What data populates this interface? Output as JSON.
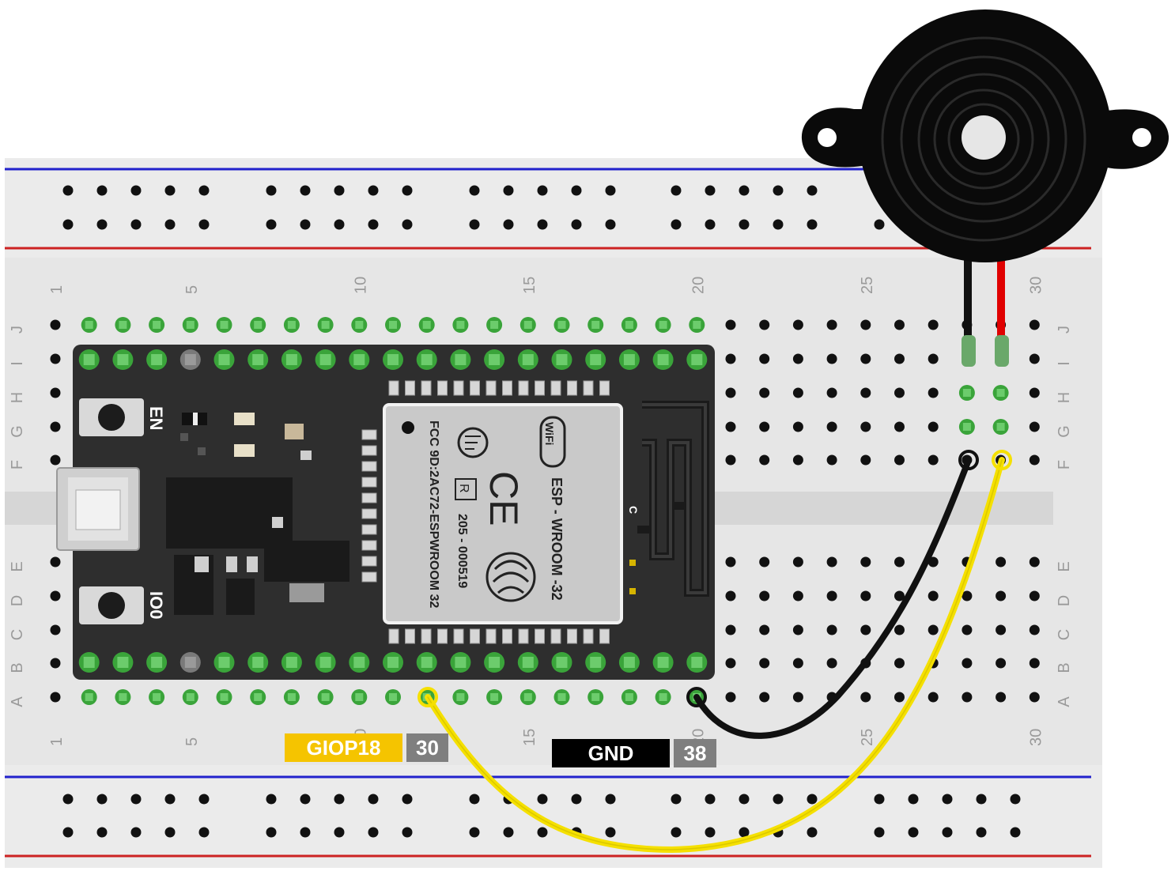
{
  "breadboard": {
    "column_numbers": [
      "1",
      "5",
      "10",
      "15",
      "20",
      "25",
      "30"
    ],
    "row_letters_top": [
      "J",
      "I",
      "H",
      "G",
      "F"
    ],
    "row_letters_bottom": [
      "E",
      "D",
      "C",
      "B",
      "A"
    ]
  },
  "esp32": {
    "en_button": "EN",
    "io0_button": "IO0",
    "module_name": "ESP - WROOM -32",
    "fcc_id": "FCC 9D:2AC72-ESPWROOM 32",
    "cert_number": "205 - 000519",
    "r_mark": "R",
    "ce_mark": "CE",
    "wifi_logo": "WiFi",
    "antenna_mark": "C"
  },
  "pin_labels": {
    "gpio": {
      "name": "GIOP18",
      "number": "30",
      "color": "#f5c400"
    },
    "gnd": {
      "name": "GND",
      "number": "38",
      "color": "#000000"
    }
  },
  "colors": {
    "board": "#2e2e2e",
    "module": "#c9c9c9",
    "green_pin": "#3aa43a",
    "yellow_wire": "#f5e000",
    "black_wire": "#111111",
    "red_wire": "#e00000",
    "rail_blue": "#2222cc",
    "rail_red": "#cc2222"
  },
  "icons": [
    "buzzer-icon",
    "micro-usb-icon",
    "wifi-logo-icon",
    "espressif-logo-icon"
  ]
}
